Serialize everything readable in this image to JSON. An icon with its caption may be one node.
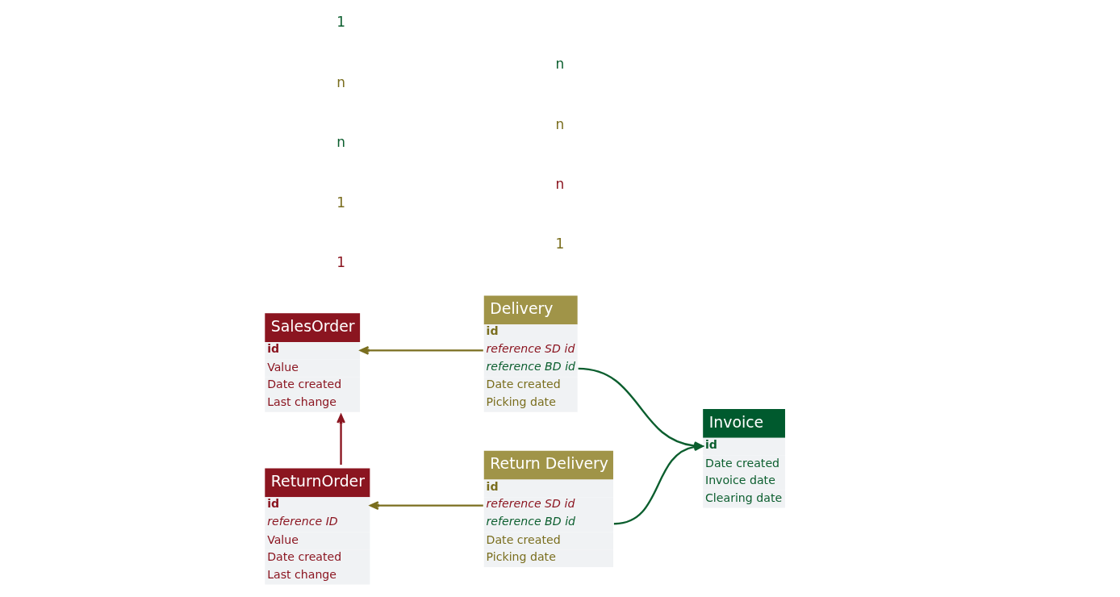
{
  "diagram": {
    "nodes": [
      {
        "text": [
          "SalesOrder",
          "id",
          "Value",
          "Date created",
          "Last change"
        ]
      },
      {
        "text": [
          "Delivery",
          "id",
          "reference SD id",
          "reference BD id",
          "Date created",
          "Picking date"
        ]
      },
      {
        "text": [
          "Invoice",
          "id",
          "Date created",
          "Invoice date",
          "Clearing date"
        ]
      },
      {
        "text": [
          "ReturnOrder",
          "id",
          "reference ID",
          "Value",
          "Date created",
          "Last change"
        ]
      },
      {
        "text": [
          "Return Delivery",
          "id",
          "reference SD id",
          "reference BD id",
          "Date created",
          "Picking date"
        ]
      }
    ],
    "edges": [
      {
        "from": 1,
        "to": 0,
        "arrow": "to",
        "color": "#7a6e1e"
      },
      {
        "from": 4,
        "to": 3,
        "arrow": "to",
        "color": "#7a6e1e"
      },
      {
        "from": 3,
        "to": 0,
        "arrow": "to",
        "color": "#8b1520"
      },
      {
        "from": 1,
        "to": 2,
        "arrow": "to",
        "color": "#0b5e2e"
      },
      {
        "from": 4,
        "to": 2,
        "arrow": "to",
        "color": "#0b5e2e"
      }
    ],
    "labels": [
      "1",
      "1",
      "n",
      "n",
      "1",
      "1",
      "n",
      "n",
      "n"
    ]
  }
}
